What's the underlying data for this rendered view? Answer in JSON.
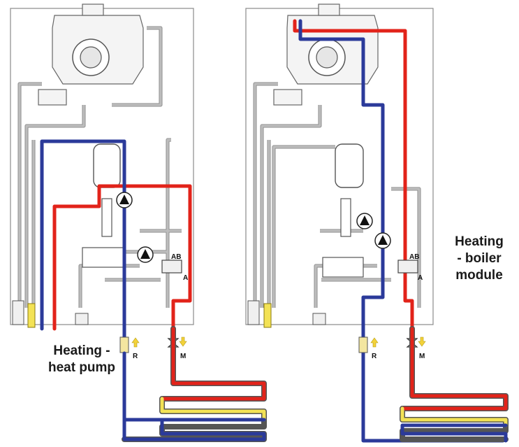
{
  "captions": {
    "heat_pump_line1": "Heating -",
    "heat_pump_line2": "heat pump",
    "boiler_line1": "Heating",
    "boiler_line2": "- boiler",
    "boiler_line3": "module"
  },
  "connection_tags": {
    "return": "R",
    "flow": "M",
    "valve_ab": "AB",
    "valve_a": "A"
  },
  "colors": {
    "hot_flow": "#e2231a",
    "cold_return": "#2b3a9a",
    "mid_temperature": "#f3e255",
    "inactive_pipe": "#bdbdbd",
    "arrow": "#f3d23a"
  }
}
